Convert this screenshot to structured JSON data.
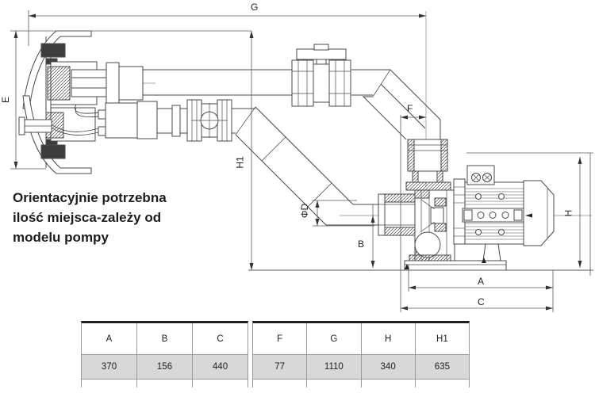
{
  "drawing": {
    "note": "Orientacyjnie potrzebna\nilość miejsca-zależy od\nmodelu pompy",
    "dimension_labels": {
      "G": "G",
      "E": "E",
      "H1": "H1",
      "F": "F",
      "phi_d": "ΦD",
      "B": "B",
      "H": "H",
      "A": "A",
      "C": "C"
    }
  },
  "dimension_tables": {
    "left": {
      "headers": [
        "A",
        "B",
        "C"
      ],
      "values": [
        "370",
        "156",
        "440"
      ]
    },
    "right": {
      "headers": [
        "F",
        "G",
        "H",
        "H1"
      ],
      "values": [
        "77",
        "1110",
        "340",
        "635"
      ]
    }
  },
  "colors": {
    "line": "#4a4a4a",
    "dim_line": "#5a5a5a",
    "value_row_bg": "#d8d8d8",
    "table_border": "#9a9a9a",
    "table_top_border": "#1e1e1e",
    "text": "#1d1d1d"
  }
}
